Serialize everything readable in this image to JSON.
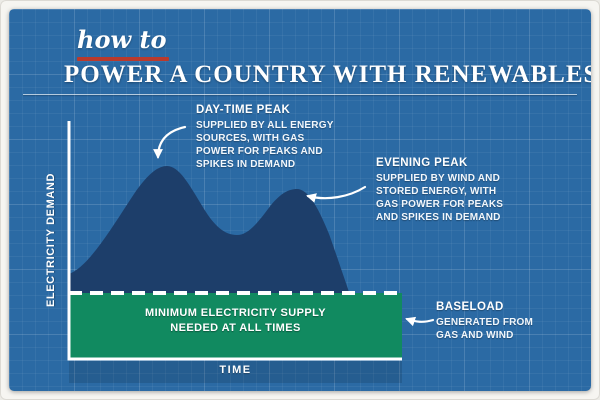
{
  "header": {
    "kicker": "how to",
    "title": "POWER A COUNTRY WITH RENEWABLES"
  },
  "chart": {
    "y_axis_label": "ELECTRICITY DEMAND",
    "x_axis_label": "TIME",
    "baseload_box_lines": [
      "MINIMUM ELECTRICITY SUPPLY",
      "NEEDED AT ALL TIMES"
    ]
  },
  "annotations": {
    "daytime": {
      "title": "DAY-TIME PEAK",
      "lines": [
        "SUPPLIED BY ALL ENERGY",
        "SOURCES, WITH GAS",
        "POWER FOR PEAKS AND",
        "SPIKES IN DEMAND"
      ]
    },
    "evening": {
      "title": "EVENING PEAK",
      "lines": [
        "SUPPLIED BY WIND AND",
        "STORED ENERGY, WITH",
        "GAS POWER FOR PEAKS",
        "AND SPIKES IN DEMAND"
      ]
    },
    "baseload": {
      "title": "BASELOAD",
      "lines": [
        "GENERATED FROM",
        "GAS AND WIND"
      ]
    }
  },
  "colors": {
    "blueprint_background": "#2b6aa4",
    "grid_line": "rgba(255,255,255,0.10)",
    "demand_curve_fill": "#1d3e6a",
    "baseload_fill": "#118a60",
    "accent_red": "#b93a2d",
    "text": "#ffffff"
  },
  "chart_data": {
    "type": "area",
    "title": "how to POWER A COUNTRY WITH RENEWABLES",
    "xlabel": "TIME",
    "ylabel": "ELECTRICITY DEMAND",
    "x": [
      0,
      1,
      2,
      3,
      4,
      5,
      6,
      7,
      8,
      9,
      10
    ],
    "series": [
      {
        "name": "Electricity demand",
        "values": [
          37,
          48,
          68,
          81,
          68,
          52,
          63,
          71,
          55,
          20,
          0
        ]
      }
    ],
    "baseload_level": 28,
    "ylim": [
      0,
      100
    ],
    "x_tick_labels": [],
    "y_tick_labels": [],
    "grid": true,
    "legend": false,
    "annotations": [
      "DAY-TIME PEAK",
      "EVENING PEAK",
      "BASELOAD"
    ]
  }
}
